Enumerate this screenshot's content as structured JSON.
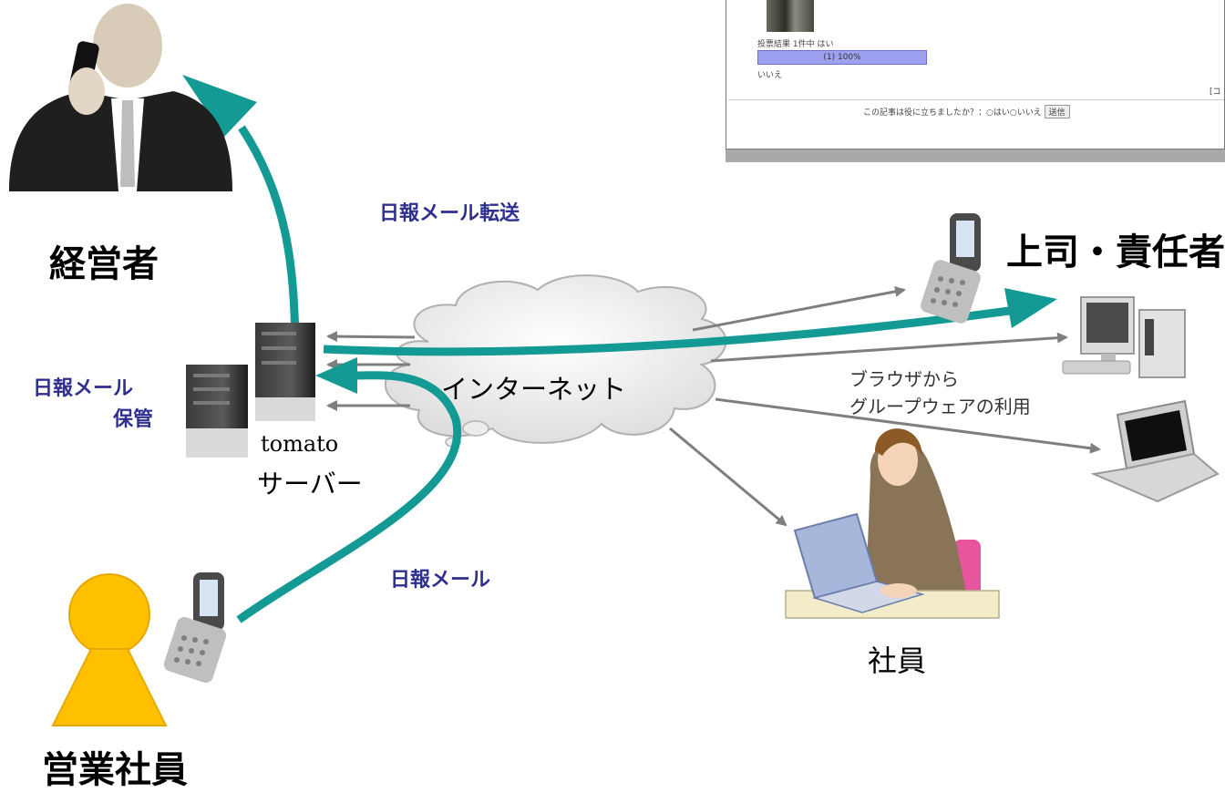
{
  "labels": {
    "keieisha": "経営者",
    "joshi": "上司・責任者",
    "eigyo": "営業社員",
    "shain": "社員",
    "tensou": "日報メール転送",
    "hokan_line1": "日報メール",
    "hokan_line2": "保管",
    "nippo_mail": "日報メール",
    "internet": "インターネット",
    "server_name": "tomato",
    "server_label": "サーバー",
    "browser_line1": "ブラウザから",
    "browser_line2": "グループウェアの利用"
  },
  "screenshot": {
    "vote_result": "投票結果 1件中 はい",
    "bar_text": "(1) 100%",
    "no_label": "いいえ",
    "question": "この記事は役に立ちましたか？：",
    "option_yes": "はい",
    "option_no": "いいえ",
    "submit": "送信",
    "corner": "[コ"
  },
  "colors": {
    "arrow_teal": "#139a94",
    "label_blue": "#2f2f8f",
    "gray_arrow": "#7f7f7f",
    "person_yellow": "#ffc000"
  }
}
